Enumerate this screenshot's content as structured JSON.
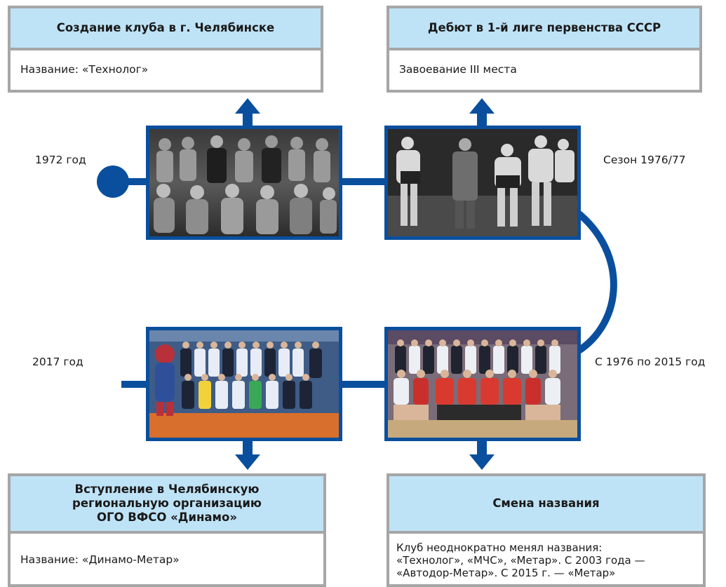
{
  "boxes": {
    "top_left": {
      "title": "Создание клуба в г. Челябинске",
      "text": "Название: «Технолог»"
    },
    "top_right": {
      "title": "Дебют в 1-й лиге первенства СССР",
      "text": "Завоевание III места"
    },
    "bottom_left": {
      "title": "Вступление в Челябинскую\nрегиональную организацию\nОГО ВФСО «Динамо»",
      "text": "Название: «Динамо-Метар»"
    },
    "bottom_right": {
      "title": "Смена названия",
      "text": "Клуб неоднократно менял названия:\n«Технолог», «МЧС», «Метар». С 2003 года —\n«Автодор-Метар». С 2015 г. — «Метар»"
    }
  },
  "labels": {
    "year_1972": "1972 год",
    "season_1976": "Сезон 1976/77",
    "year_2017": "2017 год",
    "period_1976_2015": "С 1976 по 2015 год"
  },
  "colors": {
    "timeline": "#0a4f9e",
    "header_bg": "#bfe3f6",
    "box_border": "#a6a6a6"
  },
  "photos": {
    "photo_1972": "team-photo-1972-bw",
    "photo_1976": "match-photo-1976-bw",
    "photo_2015": "team-photo-color-2015",
    "photo_2017": "team-photo-color-2017"
  }
}
